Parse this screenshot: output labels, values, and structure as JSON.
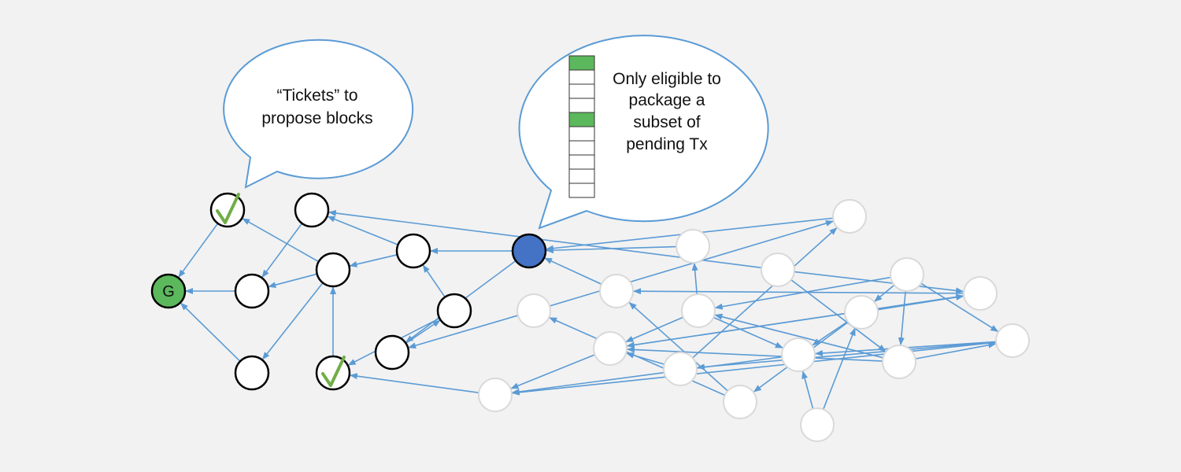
{
  "callouts": {
    "tickets": {
      "lines": [
        "“Tickets” to",
        "propose blocks"
      ]
    },
    "subset": {
      "lines": [
        "Only eligible to",
        "package a",
        "subset of",
        "pending Tx"
      ],
      "tx_slots": [
        "filled",
        "empty",
        "empty",
        "empty",
        "filled",
        "empty",
        "empty",
        "empty",
        "empty",
        "empty"
      ]
    }
  },
  "colors": {
    "genesis_fill": "#5cb85c",
    "selected_fill": "#4472c4",
    "edge": "#5b9bd5",
    "tick": "#70ad47",
    "slot_filled": "#5cb85c",
    "node_active_stroke": "#000000",
    "node_faded_stroke": "#d9d9d9"
  },
  "nodes": [
    {
      "id": "G",
      "label": "G",
      "kind": "genesis"
    },
    {
      "id": "t1",
      "kind": "ticket"
    },
    {
      "id": "a1",
      "kind": "active"
    },
    {
      "id": "a2",
      "kind": "active"
    },
    {
      "id": "a3",
      "kind": "active"
    },
    {
      "id": "a4",
      "kind": "active"
    },
    {
      "id": "t2",
      "kind": "ticket"
    },
    {
      "id": "a5",
      "kind": "active"
    },
    {
      "id": "a6",
      "kind": "active"
    },
    {
      "id": "a7",
      "kind": "active"
    },
    {
      "id": "S",
      "kind": "selected"
    },
    {
      "id": "f1",
      "kind": "faded"
    },
    {
      "id": "f2",
      "kind": "faded"
    },
    {
      "id": "f3",
      "kind": "faded"
    },
    {
      "id": "f4",
      "kind": "faded"
    },
    {
      "id": "f5",
      "kind": "faded"
    },
    {
      "id": "f6",
      "kind": "faded"
    },
    {
      "id": "f7",
      "kind": "faded"
    },
    {
      "id": "f8",
      "kind": "faded"
    },
    {
      "id": "f9",
      "kind": "faded"
    },
    {
      "id": "f10",
      "kind": "faded"
    },
    {
      "id": "f11",
      "kind": "faded"
    },
    {
      "id": "f12",
      "kind": "faded"
    },
    {
      "id": "f13",
      "kind": "faded"
    },
    {
      "id": "f14",
      "kind": "faded"
    },
    {
      "id": "f15",
      "kind": "faded"
    },
    {
      "id": "f16",
      "kind": "faded"
    },
    {
      "id": "f17",
      "kind": "faded"
    }
  ],
  "edges": [
    [
      "t1",
      "G"
    ],
    [
      "a2",
      "G"
    ],
    [
      "a3",
      "G"
    ],
    [
      "a1",
      "a2"
    ],
    [
      "a4",
      "t1"
    ],
    [
      "a4",
      "a2"
    ],
    [
      "a4",
      "a3"
    ],
    [
      "a5",
      "a1"
    ],
    [
      "a5",
      "a4"
    ],
    [
      "t2",
      "a4"
    ],
    [
      "a6",
      "a5"
    ],
    [
      "a6",
      "t2"
    ],
    [
      "a7",
      "a6"
    ],
    [
      "S",
      "a5"
    ],
    [
      "S",
      "a7"
    ],
    [
      "f1",
      "a7"
    ],
    [
      "f1",
      "f13"
    ],
    [
      "f2",
      "t2"
    ],
    [
      "f9",
      "a1"
    ],
    [
      "f4",
      "S"
    ],
    [
      "f5",
      "S"
    ],
    [
      "f3",
      "f14"
    ],
    [
      "f3",
      "f2"
    ],
    [
      "f8",
      "f1"
    ],
    [
      "f8",
      "f5"
    ],
    [
      "f13",
      "S"
    ],
    [
      "f7",
      "f4"
    ],
    [
      "f7",
      "f3"
    ],
    [
      "f7",
      "f10"
    ],
    [
      "f9",
      "f15"
    ],
    [
      "f9",
      "f14"
    ],
    [
      "f14",
      "f3"
    ],
    [
      "f14",
      "f5"
    ],
    [
      "f12",
      "f15"
    ],
    [
      "f12",
      "f11"
    ],
    [
      "f12",
      "f7"
    ],
    [
      "f12",
      "f16"
    ],
    [
      "f10",
      "f2"
    ],
    [
      "f11",
      "f8"
    ],
    [
      "f11",
      "f10"
    ],
    [
      "f11",
      "f14"
    ],
    [
      "f15",
      "f7"
    ],
    [
      "f15",
      "f3"
    ],
    [
      "f15",
      "f16"
    ],
    [
      "f16",
      "f10"
    ],
    [
      "f16",
      "f2"
    ],
    [
      "f16",
      "f6"
    ],
    [
      "f17",
      "f10"
    ],
    [
      "f17",
      "f11"
    ],
    [
      "f6",
      "f13"
    ],
    [
      "f6",
      "f3"
    ]
  ]
}
